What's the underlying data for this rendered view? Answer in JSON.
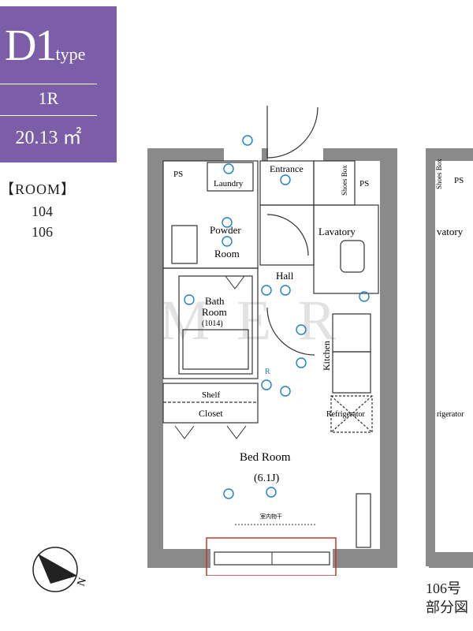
{
  "header": {
    "type_code": "D1",
    "type_suffix": "type",
    "layout": "1R",
    "area": "20.13 ㎡"
  },
  "rooms": {
    "label": "【ROOM】",
    "numbers": [
      "104",
      "106"
    ]
  },
  "plan": {
    "labels": {
      "ps_left": "PS",
      "ps_right": "PS",
      "laundry": "Laundry",
      "entrance": "Entrance",
      "shoes_box": "Shoes Box",
      "powder_room": [
        "Powder",
        "Room"
      ],
      "lavatory": "Lavatory",
      "hall": "Hall",
      "bath_room": [
        "Bath",
        "Room",
        "(1014)"
      ],
      "kitchen": "Kitchen",
      "shelf": "Shelf",
      "closet": "Closet",
      "refrigerator": "Refrigerator",
      "bed_room": "Bed Room",
      "bed_room_size": "(6.1J)",
      "r_mark": "R",
      "ceiling_note": "室内物干"
    },
    "neighbor_labels": {
      "shoes_box": "Shoes Box",
      "ps": "PS",
      "lavatory": "vatory",
      "refrigerator": "rigerator"
    },
    "watermark": "M E R",
    "colors": {
      "wall": "#8a8a8a",
      "fixture": "#1a7fd0",
      "window": "#c0392b",
      "badge": "#7b5ea7"
    }
  },
  "compass": {
    "north_label": "N"
  },
  "side_note": {
    "line1": "106号",
    "line2": "部分図"
  }
}
